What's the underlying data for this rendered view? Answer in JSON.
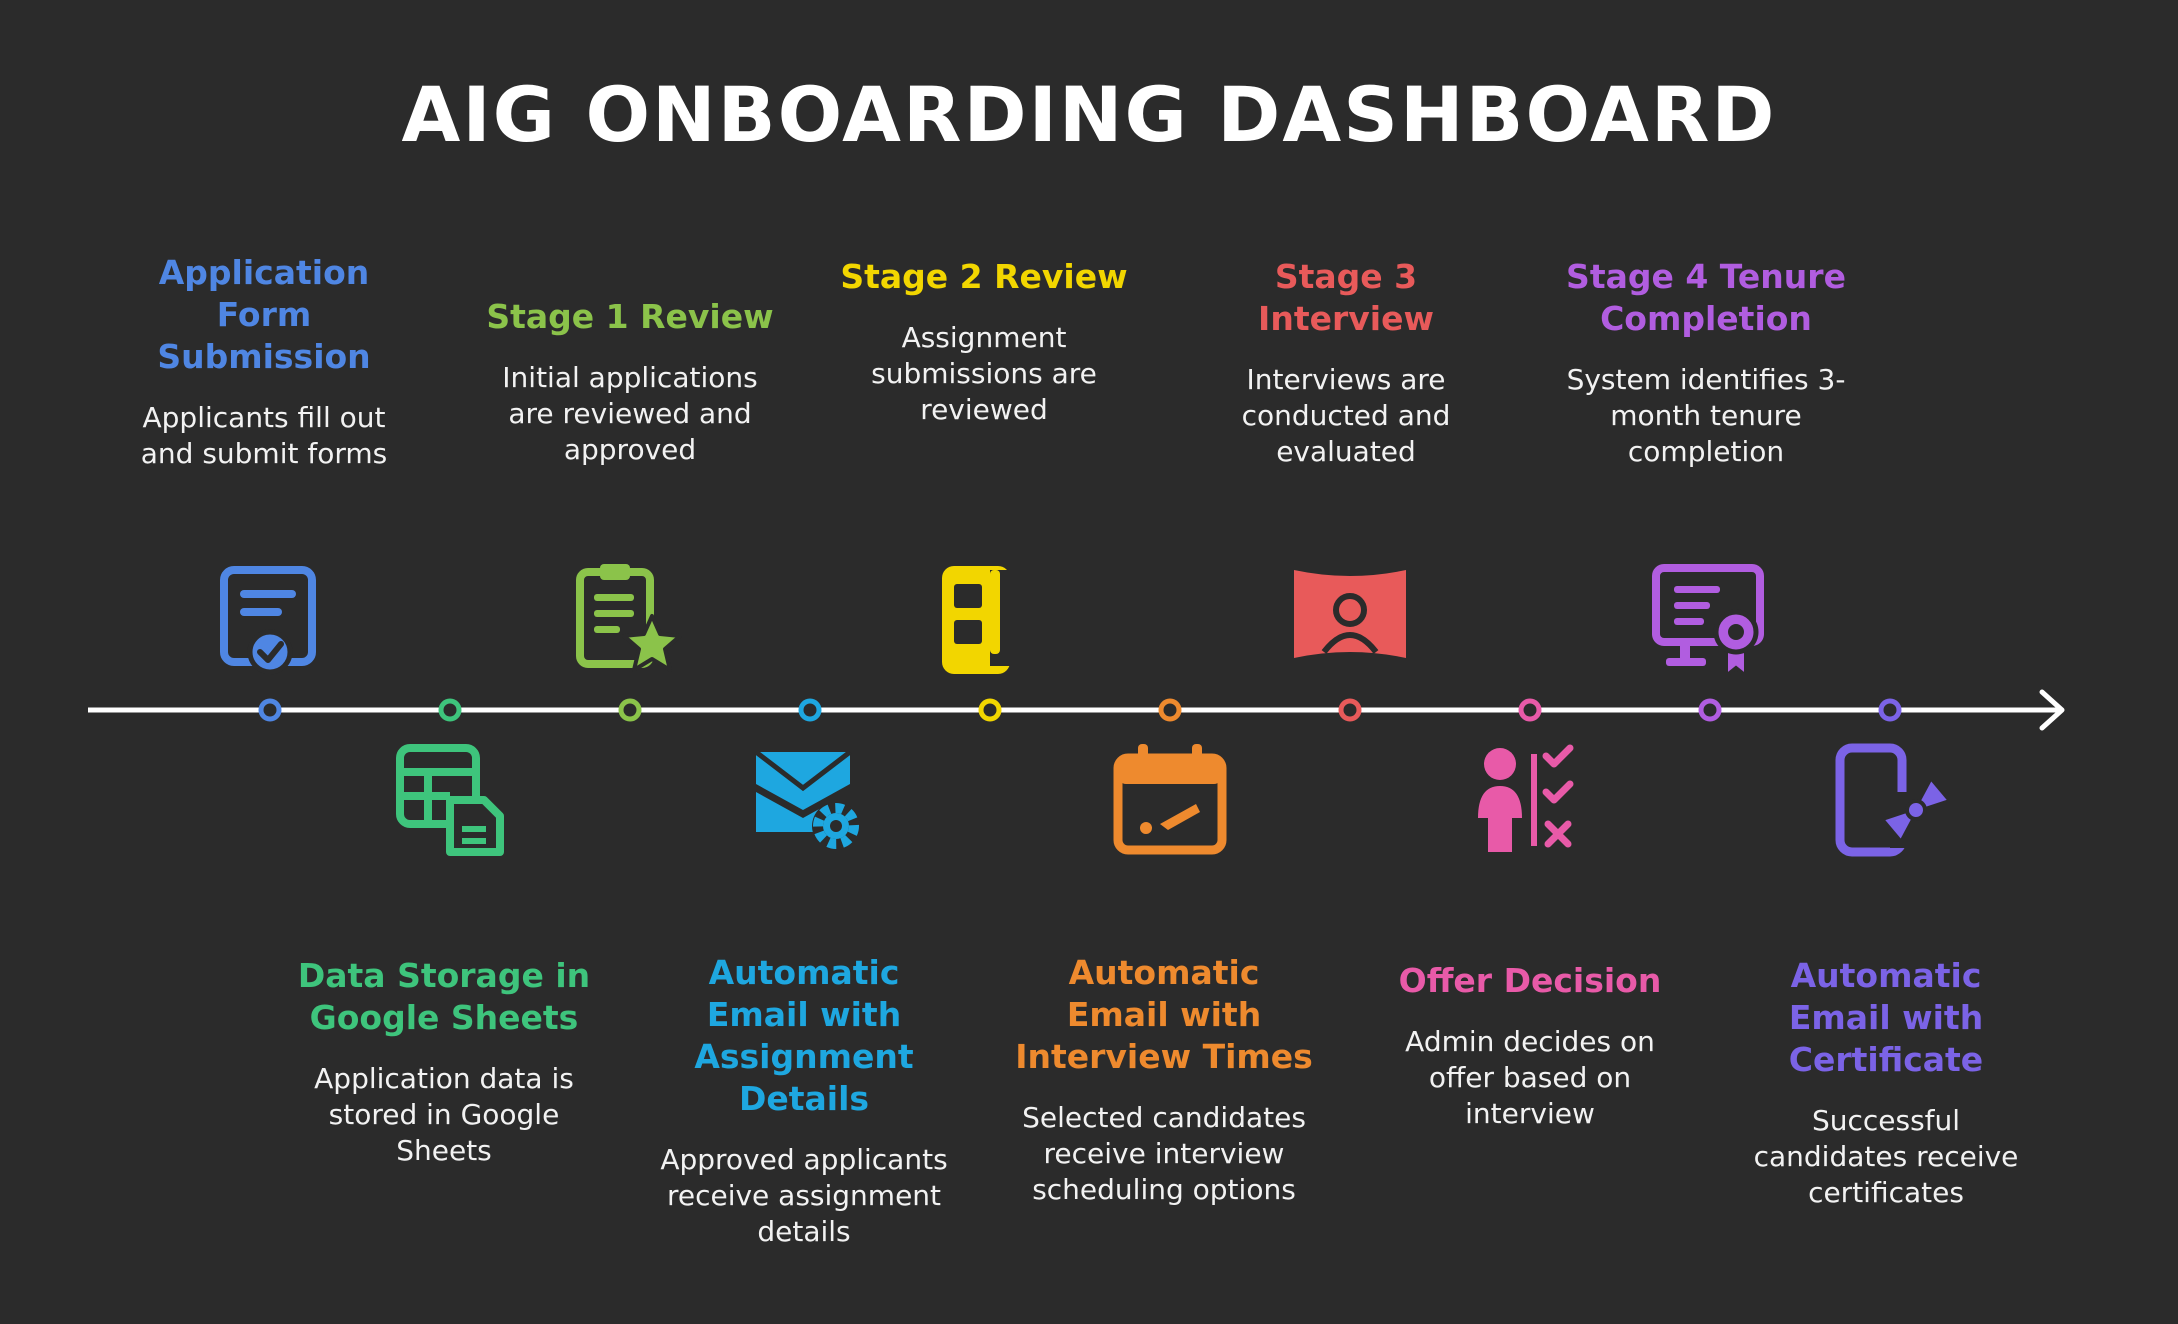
{
  "title": "AIG ONBOARDING DASHBOARD",
  "stages": [
    {
      "heading": "Application Form Submission",
      "description": "Applicants fill out and submit forms",
      "color": "#4f86e3",
      "icon": "form-check-icon"
    },
    {
      "heading": "Data Storage in Google Sheets",
      "description": "Application data is stored in Google Sheets",
      "color": "#3ec47c",
      "icon": "spreadsheet-document-icon"
    },
    {
      "heading": "Stage 1 Review",
      "description": "Initial applications are reviewed and approved",
      "color": "#8bc34a",
      "icon": "clipboard-star-icon"
    },
    {
      "heading": "Automatic Email with Assignment Details",
      "description": "Approved applicants receive assignment details",
      "color": "#1ea7e0",
      "icon": "email-gear-icon"
    },
    {
      "heading": "Stage 2 Review",
      "description": "Assignment submissions are reviewed",
      "color": "#f2d600",
      "icon": "phone-checklist-icon"
    },
    {
      "heading": "Automatic Email with Interview Times",
      "description": "Selected candidates receive interview scheduling options",
      "color": "#ee8a2e",
      "icon": "calendar-icon"
    },
    {
      "heading": "Stage 3 Interview",
      "description": "Interviews are conducted and evaluated",
      "color": "#e85a5a",
      "icon": "video-interview-icon"
    },
    {
      "heading": "Offer Decision",
      "description": "Admin decides on offer based on interview",
      "color": "#e85aa8",
      "icon": "person-checklist-icon"
    },
    {
      "heading": "Stage 4 Tenure Completion",
      "description": "System identifies 3-month tenure completion",
      "color": "#b15de0",
      "icon": "monitor-certificate-icon"
    },
    {
      "heading": "Automatic Email with Certificate",
      "description": "Successful candidates receive certificates",
      "color": "#7b63e6",
      "icon": "phone-ribbon-icon"
    }
  ]
}
